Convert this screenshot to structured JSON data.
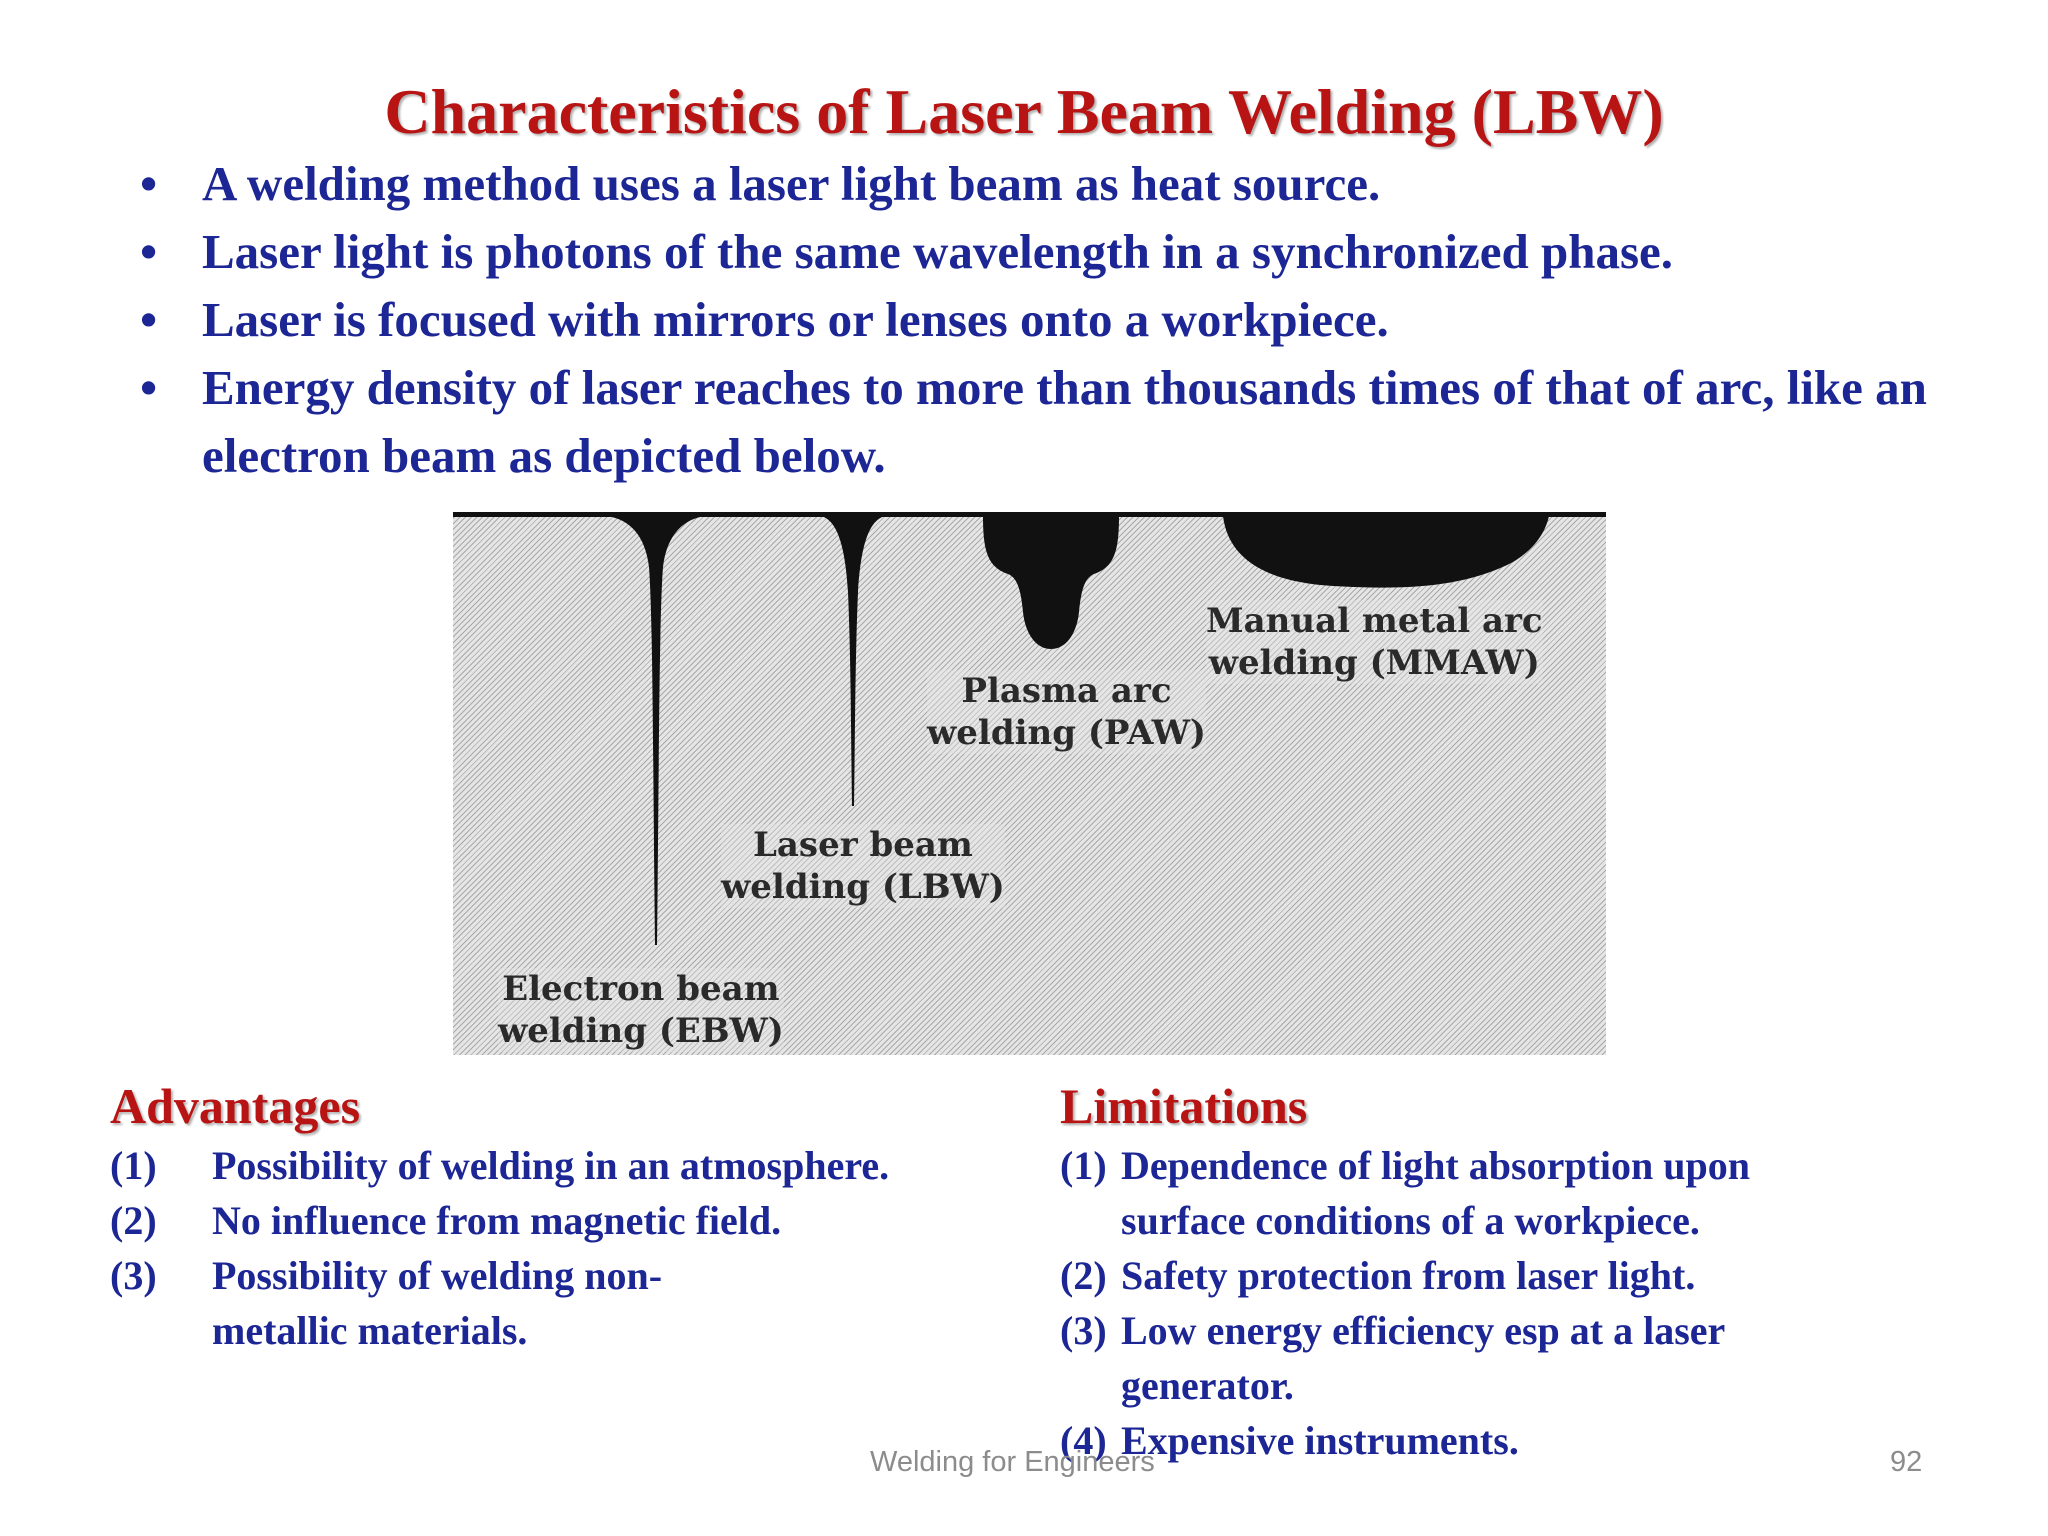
{
  "slide": {
    "title": "Characteristics of Laser Beam Welding (LBW)",
    "bullet_symbol": "•",
    "bullets": [
      "A welding method uses a laser light beam as heat source.",
      "Laser light is photons of the same wavelength in a synchronized phase.",
      "Laser is focused with mirrors or lenses onto a workpiece.",
      "Energy density of laser reaches to more than thousands times of that of arc, like an electron beam as depicted below."
    ],
    "figure": {
      "labels": {
        "ebw": "Electron beam\nwelding (EBW)",
        "lbw": "Laser beam\nwelding (LBW)",
        "paw": "Plasma arc\nwelding (PAW)",
        "mmaw": "Manual metal arc\nwelding (MMAW)"
      }
    },
    "advantages": {
      "heading": "Advantages",
      "items": [
        {
          "num": "(1)",
          "text": "Possibility of welding in an atmosphere."
        },
        {
          "num": "(2)",
          "text": "No influence from magnetic field."
        },
        {
          "num": "(3)",
          "text": "Possibility of welding non-metallic materials."
        }
      ]
    },
    "limitations": {
      "heading": "Limitations",
      "items": [
        {
          "num": "(1)",
          "text": "Dependence of light absorption upon surface conditions of a workpiece."
        },
        {
          "num": "(2)",
          "text": "Safety protection from laser light."
        },
        {
          "num": "(3)",
          "text": "Low energy efficiency esp at a laser generator."
        },
        {
          "num": "(4)",
          "text": "Expensive instruments."
        }
      ]
    },
    "footer": {
      "course": "Welding for Engineers",
      "page": "92"
    }
  }
}
